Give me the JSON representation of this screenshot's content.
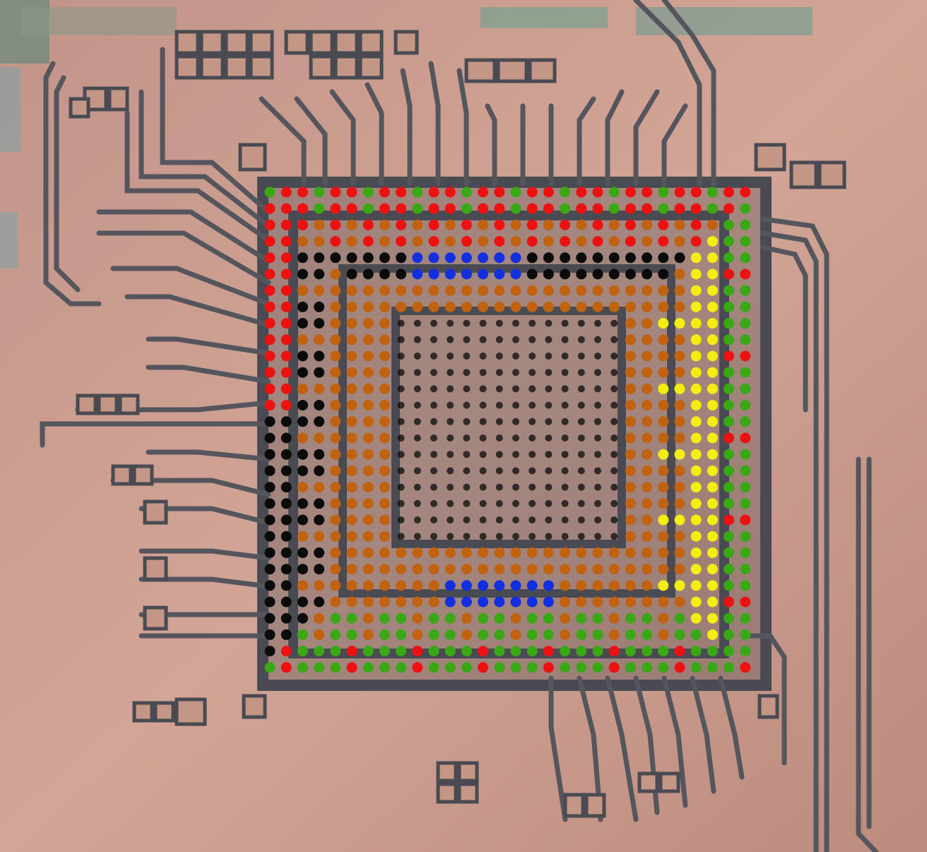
{
  "photo": {
    "subject": "pcb-bga-footprint-color-coded-balls"
  },
  "palette": {
    "copper": "#c39686",
    "copper_light": "#d4aa9c",
    "etched": "#4a4a52",
    "trace": "#5b5b63",
    "green_patch": "#6f8f7d",
    "red": "#ee1111",
    "green": "#3aa814",
    "orange": "#c0620f",
    "yellow": "#f3ee10",
    "blue": "#1230e0",
    "black": "#0b0b0b"
  },
  "ball_legend_colors": [
    "red",
    "green",
    "orange",
    "yellow",
    "blue",
    "black"
  ]
}
